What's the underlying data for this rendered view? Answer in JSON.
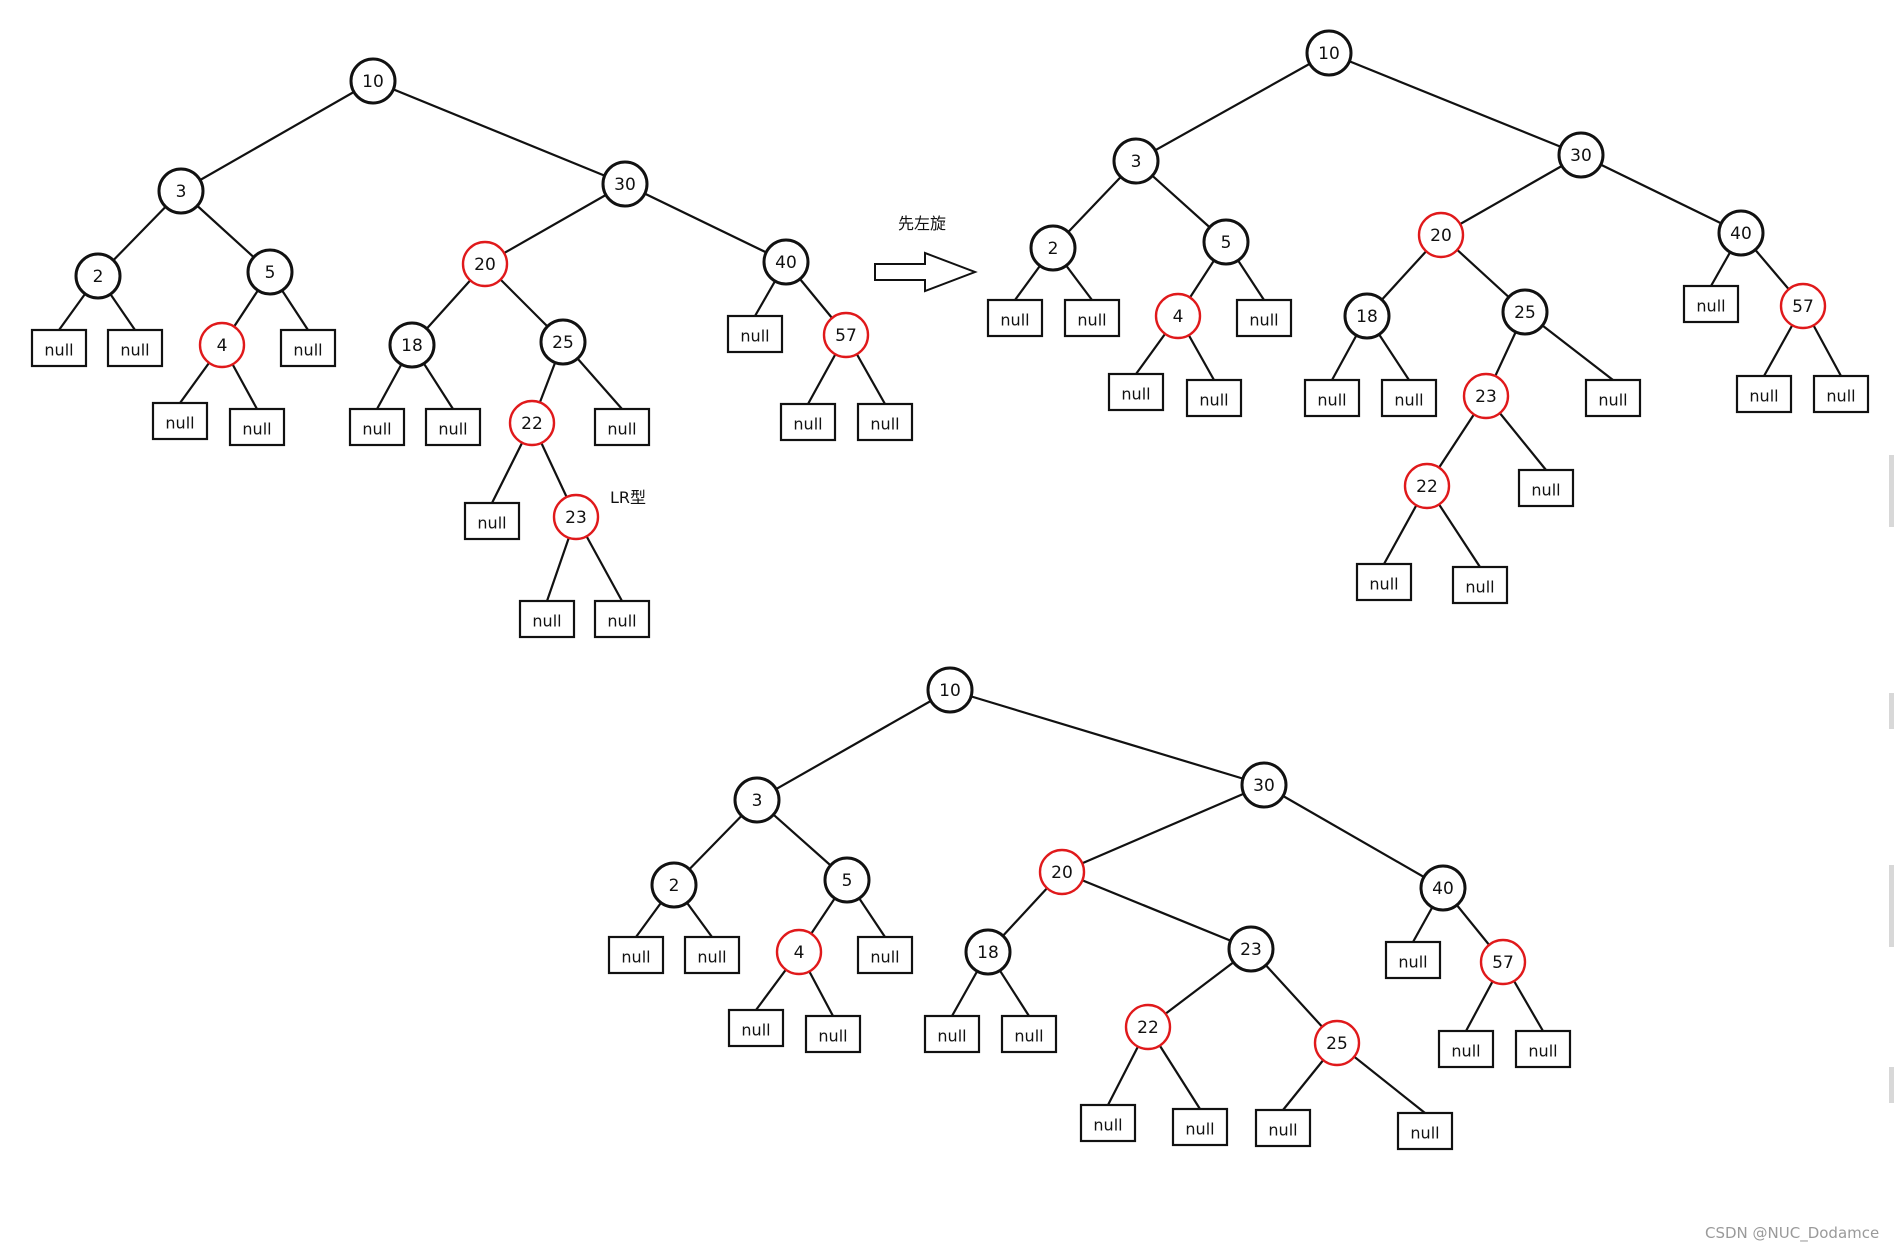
{
  "labels": {
    "rotate_left": "先左旋",
    "lr_type": "LR型",
    "watermark": "CSDN @NUC_Dodamce"
  },
  "colors": {
    "red_node": "#e0191b",
    "black_node": "#111111"
  },
  "trees": [
    {
      "name": "before",
      "nodes": [
        {
          "id": "a10",
          "label": "10",
          "color": "black"
        },
        {
          "id": "a3",
          "label": "3",
          "color": "black"
        },
        {
          "id": "a30",
          "label": "30",
          "color": "black"
        },
        {
          "id": "a2",
          "label": "2",
          "color": "black"
        },
        {
          "id": "a5",
          "label": "5",
          "color": "black"
        },
        {
          "id": "a4",
          "label": "4",
          "color": "red"
        },
        {
          "id": "a20",
          "label": "20",
          "color": "red"
        },
        {
          "id": "a40",
          "label": "40",
          "color": "black"
        },
        {
          "id": "a18",
          "label": "18",
          "color": "black"
        },
        {
          "id": "a25",
          "label": "25",
          "color": "black"
        },
        {
          "id": "a22",
          "label": "22",
          "color": "red"
        },
        {
          "id": "a23",
          "label": "23",
          "color": "red"
        },
        {
          "id": "a57",
          "label": "57",
          "color": "red"
        }
      ],
      "null_count": 14
    },
    {
      "name": "after-left-rotation",
      "nodes": [
        {
          "id": "b10",
          "label": "10",
          "color": "black"
        },
        {
          "id": "b3",
          "label": "3",
          "color": "black"
        },
        {
          "id": "b30",
          "label": "30",
          "color": "black"
        },
        {
          "id": "b2",
          "label": "2",
          "color": "black"
        },
        {
          "id": "b5",
          "label": "5",
          "color": "black"
        },
        {
          "id": "b4",
          "label": "4",
          "color": "red"
        },
        {
          "id": "b20",
          "label": "20",
          "color": "red"
        },
        {
          "id": "b40",
          "label": "40",
          "color": "black"
        },
        {
          "id": "b18",
          "label": "18",
          "color": "black"
        },
        {
          "id": "b25",
          "label": "25",
          "color": "black"
        },
        {
          "id": "b23",
          "label": "23",
          "color": "red"
        },
        {
          "id": "b22",
          "label": "22",
          "color": "red"
        },
        {
          "id": "b57",
          "label": "57",
          "color": "red"
        }
      ],
      "null_count": 14
    },
    {
      "name": "final",
      "nodes": [
        {
          "id": "c10",
          "label": "10",
          "color": "black"
        },
        {
          "id": "c3",
          "label": "3",
          "color": "black"
        },
        {
          "id": "c30",
          "label": "30",
          "color": "black"
        },
        {
          "id": "c2",
          "label": "2",
          "color": "black"
        },
        {
          "id": "c5",
          "label": "5",
          "color": "black"
        },
        {
          "id": "c4",
          "label": "4",
          "color": "red"
        },
        {
          "id": "c20",
          "label": "20",
          "color": "red"
        },
        {
          "id": "c40",
          "label": "40",
          "color": "black"
        },
        {
          "id": "c18",
          "label": "18",
          "color": "black"
        },
        {
          "id": "c23",
          "label": "23",
          "color": "black"
        },
        {
          "id": "c22",
          "label": "22",
          "color": "red"
        },
        {
          "id": "c25",
          "label": "25",
          "color": "red"
        },
        {
          "id": "c57",
          "label": "57",
          "color": "red"
        }
      ],
      "null_count": 14
    }
  ],
  "null_label": "null"
}
